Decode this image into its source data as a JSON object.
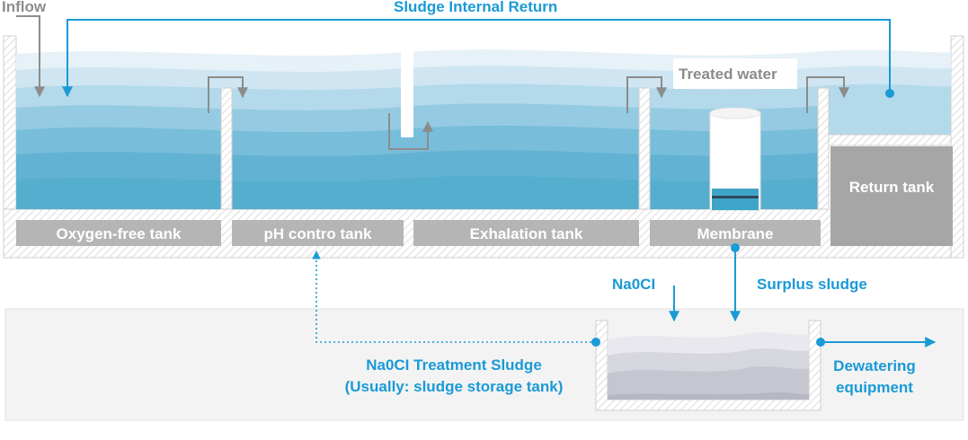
{
  "labels": {
    "inflow": "Inflow",
    "sludge_return": "Sludge Internal Return",
    "treated_water": "Treated water",
    "return_tank": "Return tank",
    "naocl": "Na0CI",
    "surplus_sludge": "Surplus sludge",
    "treatment_sludge_line1": "Na0CI Treatment Sludge",
    "treatment_sludge_line2": "(Usually: sludge storage tank)",
    "dewatering": "Dewatering equipment"
  },
  "tanks": [
    {
      "label": "Oxygen-free tank"
    },
    {
      "label": "pH contro tank"
    },
    {
      "label": "Exhalation tank"
    },
    {
      "label": "Membrane"
    }
  ],
  "colors": {
    "accent_blue": "#1a9ad6",
    "grey": "#8c8c8c",
    "label_bar": "#b5b5b5",
    "water_deep": "#56aecf",
    "water_light": "#cfe6f2",
    "return_tank": "#a6a6a6"
  }
}
